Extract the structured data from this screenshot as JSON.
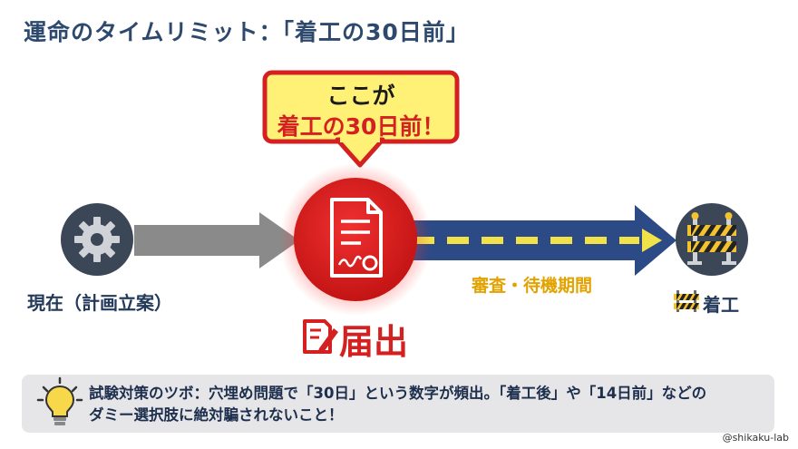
{
  "title": "運命のタイムリミット：「着工の30日前」",
  "callout": {
    "line1": "ここが",
    "line2": "着工の30日前！"
  },
  "labels": {
    "now": "現在（計画立案）",
    "period": "審査・待機期間",
    "start": "着工",
    "submit": "届出"
  },
  "tip": {
    "line1": "試験対策のツボ：穴埋め問題で「30日」という数字が頻出。「着工後」や「14日前」などの",
    "line2": "ダミー選択肢に絶対騙されないこと！"
  },
  "credit": "@shikaku-lab",
  "icons": {
    "now": "gear-icon",
    "submit_circle": "document-icon",
    "submit_label": "edit-document-icon",
    "start": "construction-barrier-icon",
    "tip": "lightbulb-icon"
  },
  "colors": {
    "title": "#2d4a6e",
    "accent_red": "#d42020",
    "callout_fill": "#fff176",
    "callout_border": "#d42020",
    "arrow_gray": "#8a8a8a",
    "arrow_blue": "#2b4a86",
    "dash_yellow": "#f2e24a",
    "node_dark": "#3b4656",
    "period_text": "#e2a300"
  }
}
